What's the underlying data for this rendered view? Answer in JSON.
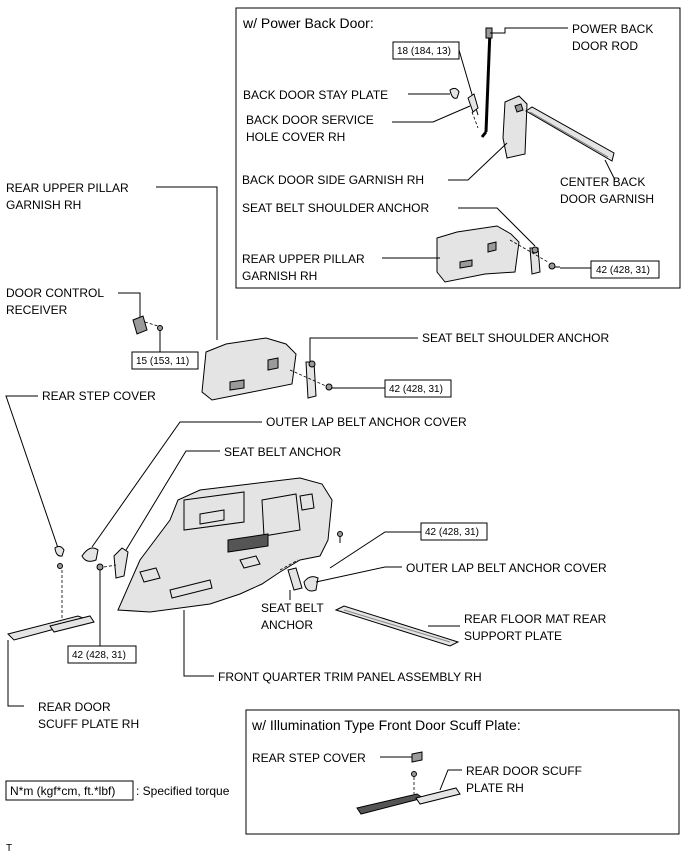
{
  "panels": {
    "power_back_door": {
      "title": "w/ Power Back Door:"
    },
    "illumination": {
      "title": "w/ Illumination Type Front Door Scuff Plate:"
    }
  },
  "labels": {
    "power_back_door_rod": [
      "POWER BACK",
      "DOOR ROD"
    ],
    "back_door_stay_plate": [
      "BACK DOOR STAY PLATE"
    ],
    "back_door_service_hole_cover": [
      "BACK DOOR SERVICE",
      "HOLE COVER RH"
    ],
    "back_door_side_garnish": [
      "BACK DOOR SIDE GARNISH RH"
    ],
    "center_back_door_garnish": [
      "CENTER BACK",
      "DOOR GARNISH"
    ],
    "seat_belt_shoulder_anchor_inner": [
      "SEAT BELT SHOULDER ANCHOR"
    ],
    "rear_upper_pillar_garnish_inner": [
      "REAR UPPER PILLAR",
      "GARNISH RH"
    ],
    "rear_upper_pillar_garnish_main": [
      "REAR UPPER PILLAR",
      "GARNISH RH"
    ],
    "door_control_receiver": [
      "DOOR CONTROL",
      "RECEIVER"
    ],
    "seat_belt_shoulder_anchor_main": [
      "SEAT BELT SHOULDER ANCHOR"
    ],
    "rear_step_cover_main": [
      "REAR STEP COVER"
    ],
    "outer_lap_belt_anchor_cover_top": [
      "OUTER LAP BELT ANCHOR COVER"
    ],
    "seat_belt_anchor_top": [
      "SEAT BELT ANCHOR"
    ],
    "outer_lap_belt_anchor_cover_right": [
      "OUTER LAP BELT ANCHOR COVER"
    ],
    "seat_belt_anchor_bottom": [
      "SEAT BELT",
      "ANCHOR"
    ],
    "rear_floor_mat_rear_support_plate": [
      "REAR FLOOR MAT REAR",
      "SUPPORT PLATE"
    ],
    "front_quarter_trim_panel": [
      "FRONT QUARTER TRIM PANEL ASSEMBLY RH"
    ],
    "rear_door_scuff_plate_main": [
      "REAR DOOR",
      "SCUFF PLATE RH"
    ],
    "rear_step_cover_illum": [
      "REAR STEP COVER"
    ],
    "rear_door_scuff_plate_illum": [
      "REAR DOOR SCUFF",
      "PLATE RH"
    ]
  },
  "torques": {
    "back_door_rod": "18 (184, 13)",
    "shoulder_anchor_inner": "42 (428, 31)",
    "door_control_receiver": "15 (153, 11)",
    "shoulder_anchor_main": "42 (428, 31)",
    "seat_belt_anchor_right": "42 (428, 31)",
    "seat_belt_anchor_left": "42 (428, 31)"
  },
  "legend": {
    "unit_box": "N*m (kgf*cm, ft.*lbf)",
    "text": ": Specified torque"
  },
  "footer_mark": "T"
}
